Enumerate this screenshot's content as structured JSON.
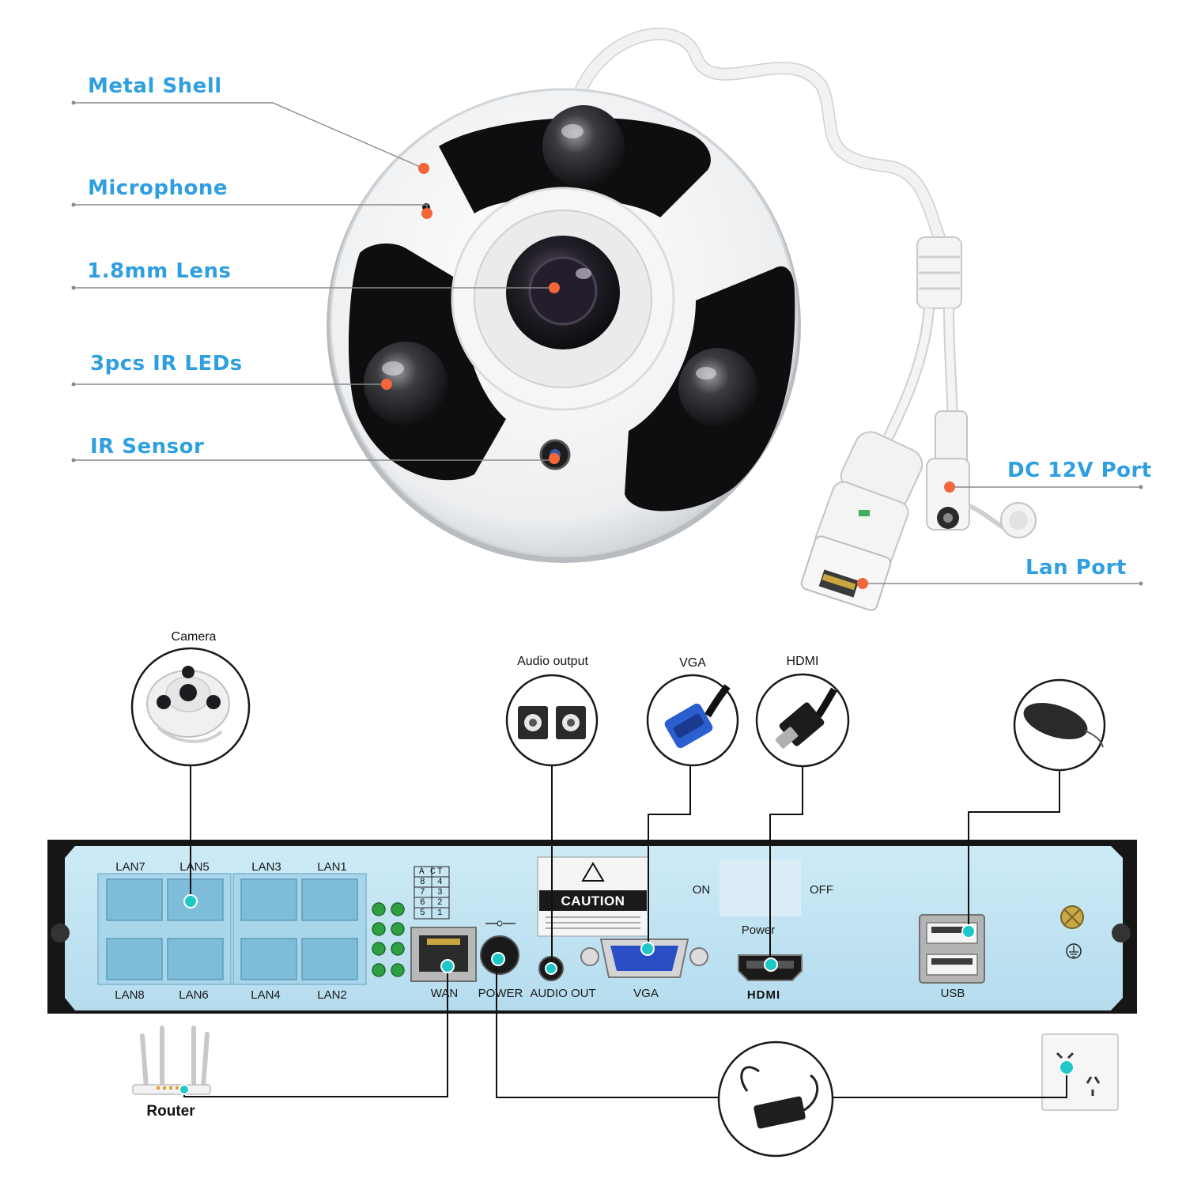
{
  "callouts": {
    "metal_shell": "Metal Shell",
    "microphone": "Microphone",
    "lens": "1.8mm Lens",
    "ir_leds": "3pcs IR LEDs",
    "ir_sensor": "IR Sensor",
    "dc_port": "DC 12V Port",
    "lan_port": "Lan Port"
  },
  "peripherals": {
    "camera": "Camera",
    "audio_output": "Audio output",
    "vga": "VGA",
    "hdmi": "HDMI",
    "router": "Router"
  },
  "panel": {
    "lan_ports": [
      "LAN7",
      "LAN5",
      "LAN3",
      "LAN1",
      "LAN8",
      "LAN6",
      "LAN4",
      "LAN2"
    ],
    "act_table": {
      "header": [
        "A",
        "C",
        "T"
      ],
      "rows": [
        [
          "8",
          "4"
        ],
        [
          "7",
          "3"
        ],
        [
          "6",
          "2"
        ],
        [
          "5",
          "1"
        ]
      ]
    },
    "wan": "WAN",
    "power": "POWER",
    "audio_out": "AUDIO OUT",
    "vga": "VGA",
    "caution": "CAUTION",
    "on": "ON",
    "off": "OFF",
    "power_switch": "Power",
    "hdmi_logo": "HDMI",
    "usb": "USB"
  },
  "colors": {
    "callout_text": "#2f9fe0",
    "callout_dot": "#f2663a",
    "connector_dot": "#1ec8c8",
    "panel_fill": "#bfe3f2",
    "panel_frame": "#111111"
  }
}
